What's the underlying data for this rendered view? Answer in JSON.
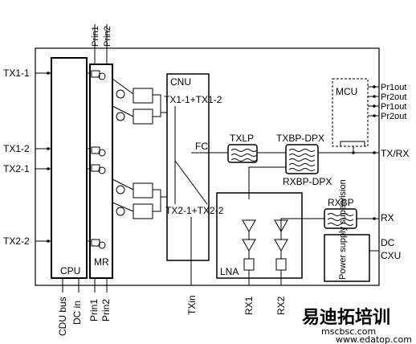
{
  "blocks": {
    "cpu": "CPU",
    "mr": "MR",
    "cnu": "CNU",
    "mcu": "MCU",
    "lna": "LNA",
    "txlp": "TXLP",
    "txbp_dpx": "TXBP-DPX",
    "rxbp_dpx": "RXBP-DPX",
    "rxbp": "RXBP",
    "power_supervision": "Power supply supervision"
  },
  "ports_left": [
    "TX1-1",
    "TX1-2",
    "TX2-1",
    "TX2-2"
  ],
  "ports_top": [
    "Prin1",
    "Prin2"
  ],
  "ports_right": [
    "Pr1out",
    "Pr2out",
    "Pr1out",
    "Pr2out",
    "TX/RX",
    "RX",
    "DC",
    "CXU"
  ],
  "ports_bottom": [
    "CDU bus",
    "DC in",
    "Prin1",
    "Prin2",
    "TXin",
    "RX1",
    "RX2"
  ],
  "internal_labels": {
    "tx1_sum": "TX1-1+TX1-2",
    "tx2_sum": "TX2-1+TX2-2",
    "fc": "FC"
  },
  "watermark": {
    "line1": "易迪拓培训",
    "line2": "mscbsc.com",
    "line3": "www.edatop.com"
  }
}
